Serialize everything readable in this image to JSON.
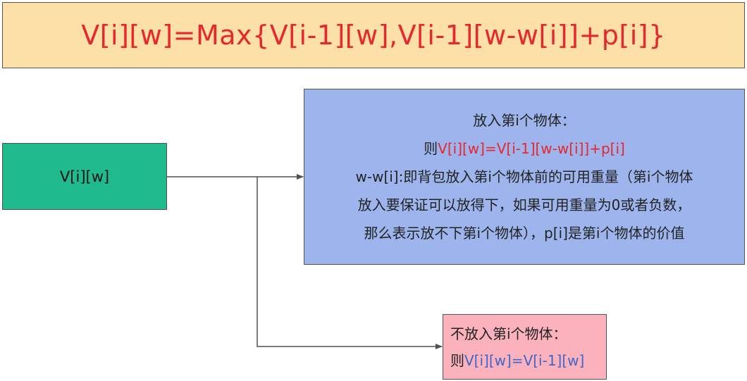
{
  "colors": {
    "formula_text": "#e8262d",
    "formula_bg": "#fddfa8",
    "vw_bg": "#1fbb8e",
    "put_bg": "#9db5ec",
    "noput_bg": "#fcb2bd",
    "red_text": "#e8262d",
    "blue_text": "#3f66c8",
    "connector": "#505050"
  },
  "formula": "V[i][w]=Max{V[i-1][w],V[i-1][w-w[i]]+p[i]}",
  "state_node": "V[i][w]",
  "put_item": {
    "title": "放入第i个物体：",
    "rule_prefix": "则",
    "rule_formula": "V[i][w]=V[i-1][w-w[i]]+p[i]",
    "explanation_lines": [
      "w-w[i]:即背包放入第i个物体前的可用重量（第i个物体",
      "放入要保证可以放得下，如果可用重量为0或者负数，",
      "那么表示放不下第i个物体），p[i]是第i个物体的价值"
    ]
  },
  "skip_item": {
    "title": "不放入第i个物体：",
    "rule_prefix": "则",
    "rule_formula": "V[i][w]=V[i-1][w]"
  }
}
